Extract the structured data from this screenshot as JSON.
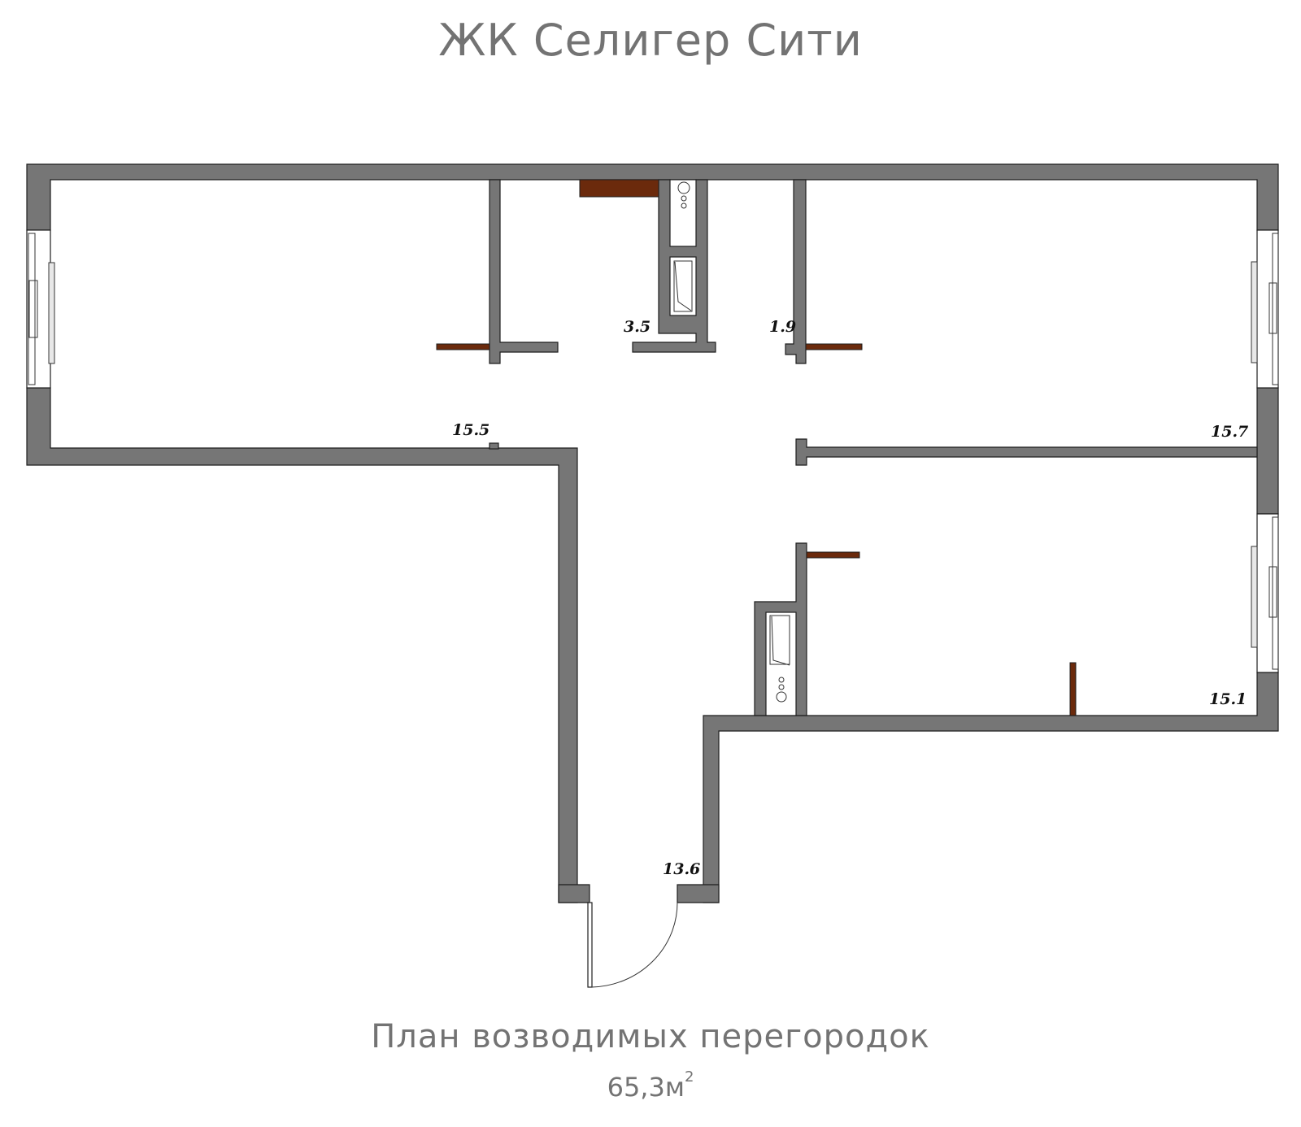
{
  "header": {
    "title": "ЖК Селигер Сити"
  },
  "footer": {
    "subtitle": "План возводимых перегородок",
    "area_value": "65,3м",
    "area_unit_sup": "2"
  },
  "rooms": [
    {
      "name": "room-left",
      "area_label": "15.5"
    },
    {
      "name": "bathroom",
      "area_label": "3.5"
    },
    {
      "name": "wc",
      "area_label": "1.9"
    },
    {
      "name": "room-right-top",
      "area_label": "15.7"
    },
    {
      "name": "room-right-bottom",
      "area_label": "15.1"
    },
    {
      "name": "hallway",
      "area_label": "13.6"
    }
  ],
  "colors": {
    "wall": "#767676",
    "new_partition": "#6b2a0c",
    "text": "#737373"
  }
}
